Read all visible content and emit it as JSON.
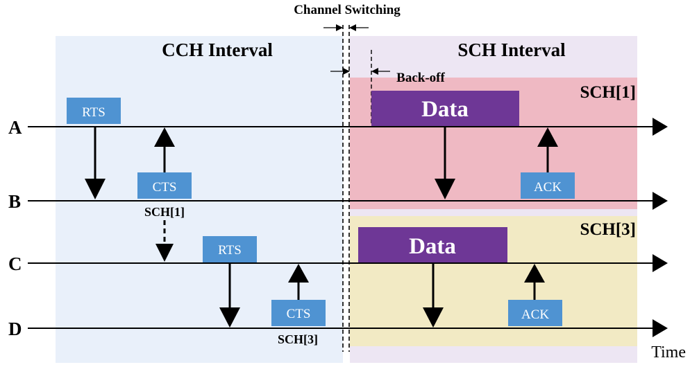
{
  "colors": {
    "cch_bg": "#e9f0fa",
    "sch_bg": "#ede6f3",
    "sch1_bg": "#efb9c3",
    "sch3_bg": "#f2eac4",
    "frame_box": "#4f93d2",
    "data_box": "#6e3796",
    "line": "#000000"
  },
  "title": "Channel Switching",
  "intervals": {
    "cch": "CCH Interval",
    "sch": "SCH Interval"
  },
  "backoff_label": "Back-off",
  "time_label": "Time",
  "channels": {
    "sch1": "SCH[1]",
    "sch3": "SCH[3]"
  },
  "nodes": [
    "A",
    "B",
    "C",
    "D"
  ],
  "frames": {
    "rts_1": "RTS",
    "cts_1": "CTS",
    "cts_1_channel": "SCH[1]",
    "rts_2": "RTS",
    "cts_2": "CTS",
    "cts_2_channel": "SCH[3]",
    "data_1": "Data",
    "ack_1": "ACK",
    "data_2": "Data",
    "ack_2": "ACK"
  }
}
